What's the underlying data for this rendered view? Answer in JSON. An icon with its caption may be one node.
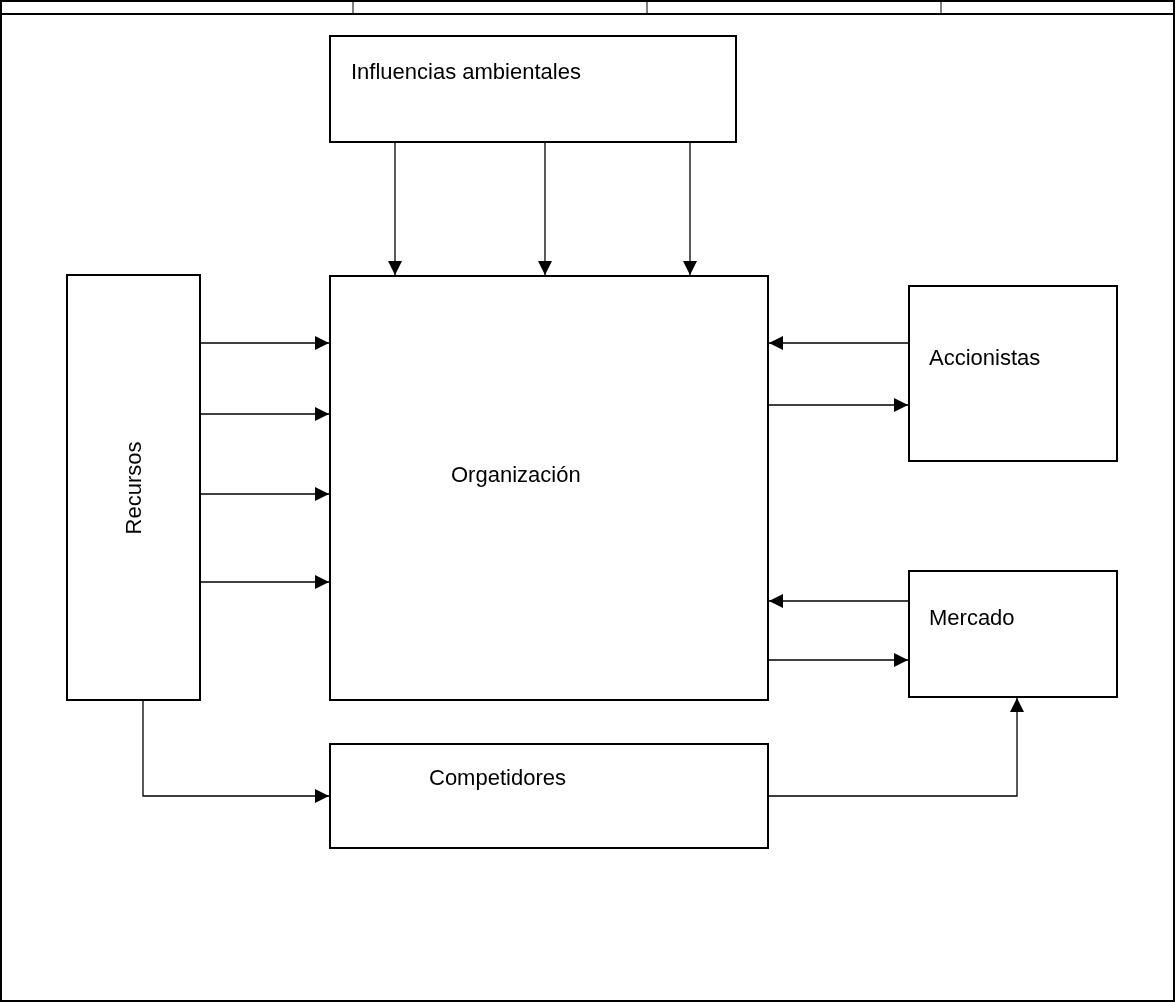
{
  "diagram": {
    "nodes": [
      {
        "text": [
          "Influencias ambientales"
        ]
      },
      {
        "text": [
          "Organización"
        ]
      },
      {
        "text": [
          "Recursos"
        ]
      },
      {
        "text": [
          "Accionistas"
        ]
      },
      {
        "text": [
          "Mercado"
        ]
      },
      {
        "text": [
          "Competidores"
        ]
      }
    ],
    "edges": [
      {
        "from": 0,
        "to": 1,
        "arrow": "to"
      },
      {
        "from": 0,
        "to": 1,
        "arrow": "to"
      },
      {
        "from": 0,
        "to": 1,
        "arrow": "to"
      },
      {
        "from": 2,
        "to": 1,
        "arrow": "to"
      },
      {
        "from": 2,
        "to": 1,
        "arrow": "to"
      },
      {
        "from": 2,
        "to": 1,
        "arrow": "to"
      },
      {
        "from": 2,
        "to": 1,
        "arrow": "to"
      },
      {
        "from": 3,
        "to": 1,
        "arrow": "to"
      },
      {
        "from": 1,
        "to": 3,
        "arrow": "to"
      },
      {
        "from": 4,
        "to": 1,
        "arrow": "to"
      },
      {
        "from": 1,
        "to": 4,
        "arrow": "to"
      },
      {
        "from": 2,
        "to": 5,
        "arrow": "to"
      },
      {
        "from": 5,
        "to": 4,
        "arrow": "to"
      }
    ]
  }
}
